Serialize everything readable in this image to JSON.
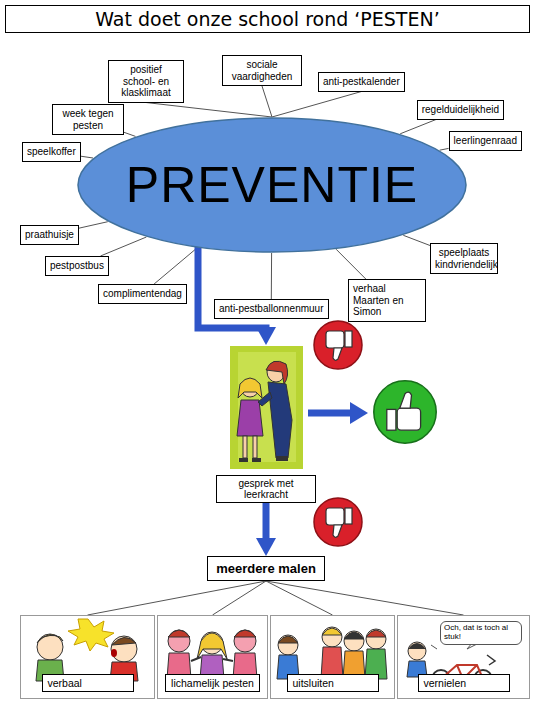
{
  "diagram": {
    "title": "Wat doet onze school rond ‘PESTEN’",
    "nodes": [
      {
        "text": [
          "PREVENTIE"
        ]
      },
      {
        "text": [
          "positief school- en klasklimaat"
        ]
      },
      {
        "text": [
          "sociale vaardigheden"
        ]
      },
      {
        "text": [
          "anti-pestkalender"
        ]
      },
      {
        "text": [
          "week tegen pesten"
        ]
      },
      {
        "text": [
          "regelduidelijkheid"
        ]
      },
      {
        "text": [
          "leerlingenraad"
        ]
      },
      {
        "text": [
          "speelkoffer"
        ]
      },
      {
        "text": [
          "praathuisje"
        ]
      },
      {
        "text": [
          "speelplaats kindvriendelijk"
        ]
      },
      {
        "text": [
          "pestpostbus"
        ]
      },
      {
        "text": [
          "complimentendag"
        ]
      },
      {
        "text": [
          "verhaal Maarten en Simon"
        ]
      },
      {
        "text": [
          "anti-pestballonnenmuur"
        ]
      },
      {
        "text": [
          "gesprek met leerkracht"
        ]
      },
      {
        "text": [
          "meerdere malen"
        ]
      },
      {
        "text": [
          "verbaal"
        ]
      },
      {
        "text": [
          "lichamelijk pesten"
        ]
      },
      {
        "text": [
          "uitsluiten"
        ]
      },
      {
        "text": [
          "vernielen"
        ]
      }
    ],
    "edges": [
      {
        "from": 1,
        "to": 0,
        "arrow": "none"
      },
      {
        "from": 2,
        "to": 0,
        "arrow": "none"
      },
      {
        "from": 3,
        "to": 0,
        "arrow": "none"
      },
      {
        "from": 4,
        "to": 0,
        "arrow": "none"
      },
      {
        "from": 5,
        "to": 0,
        "arrow": "none"
      },
      {
        "from": 6,
        "to": 0,
        "arrow": "none"
      },
      {
        "from": 7,
        "to": 0,
        "arrow": "none"
      },
      {
        "from": 8,
        "to": 0,
        "arrow": "none"
      },
      {
        "from": 9,
        "to": 0,
        "arrow": "none"
      },
      {
        "from": 10,
        "to": 0,
        "arrow": "none"
      },
      {
        "from": 11,
        "to": 0,
        "arrow": "none"
      },
      {
        "from": 12,
        "to": 0,
        "arrow": "none"
      },
      {
        "from": 13,
        "to": 0,
        "arrow": "none"
      },
      {
        "from": 0,
        "to": 14,
        "arrow": "to"
      },
      {
        "from": 14,
        "to": 15,
        "arrow": "to"
      },
      {
        "from": 15,
        "to": 16,
        "arrow": "none"
      },
      {
        "from": 15,
        "to": 17,
        "arrow": "none"
      },
      {
        "from": 15,
        "to": 18,
        "arrow": "none"
      },
      {
        "from": 15,
        "to": 19,
        "arrow": "none"
      }
    ],
    "labels": [
      "Och, dat is toch al stuk!"
    ]
  }
}
